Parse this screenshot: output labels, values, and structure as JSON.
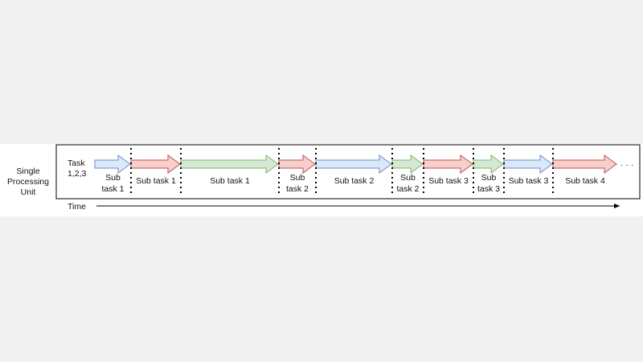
{
  "unit_label_line1": "Single",
  "unit_label_line2": "Processing",
  "unit_label_line3": "Unit",
  "task_label_line1": "Task",
  "task_label_line2": "1,2,3",
  "time_label": "Time",
  "ellipsis": "· · ·",
  "segments": [
    {
      "label_line1": "Sub",
      "label_line2": "task 1",
      "task": 1
    },
    {
      "label_line1": "Sub task 1",
      "label_line2": "",
      "task": 2
    },
    {
      "label_line1": "Sub task 1",
      "label_line2": "",
      "task": 3
    },
    {
      "label_line1": "Sub",
      "label_line2": "task 2",
      "task": 2
    },
    {
      "label_line1": "Sub task 2",
      "label_line2": "",
      "task": 1
    },
    {
      "label_line1": "Sub",
      "label_line2": "task 2",
      "task": 3
    },
    {
      "label_line1": "Sub task 3",
      "label_line2": "",
      "task": 2
    },
    {
      "label_line1": "Sub",
      "label_line2": "task 3",
      "task": 3
    },
    {
      "label_line1": "Sub task 3",
      "label_line2": "",
      "task": 1
    },
    {
      "label_line1": "Sub task 4",
      "label_line2": "",
      "task": 2
    }
  ],
  "colors": {
    "task1_fill": "#dae8fc",
    "task1_stroke": "#6c8ebf",
    "task2_fill": "#f8cecc",
    "task2_stroke": "#b85450",
    "task3_fill": "#d5e8d4",
    "task3_stroke": "#82b366"
  }
}
